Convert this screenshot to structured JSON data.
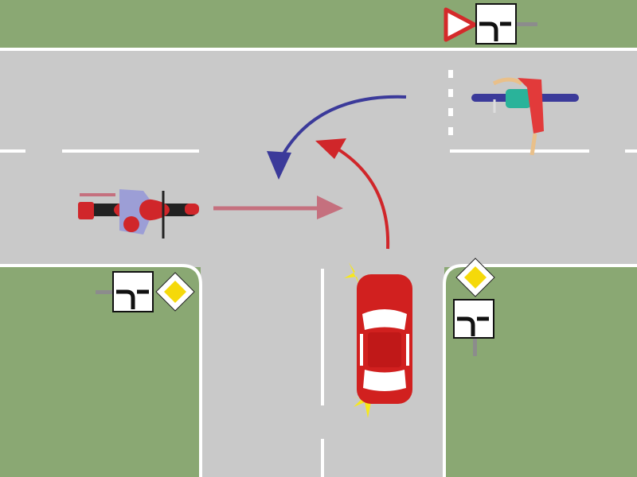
{
  "scene": {
    "colors": {
      "grass": "#8aa873",
      "road": "#c9c9c9",
      "marking": "#ffffff",
      "blue_arrow": "#3b3a9a",
      "red_arrow": "#d0262a",
      "pink_arrow": "#c5707e",
      "car": "#d1201f",
      "indicator": "#f7e81c"
    },
    "signs": [
      "yield-sign",
      "priority-road-layout-sign",
      "priority-road-sign"
    ],
    "vehicles": [
      "motorcycle",
      "car",
      "bicycle"
    ]
  }
}
